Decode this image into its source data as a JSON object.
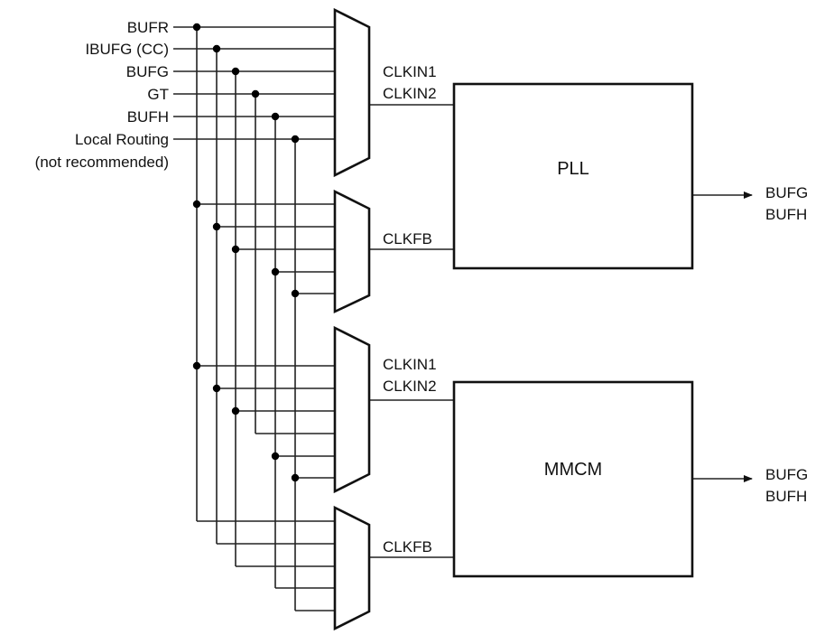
{
  "diagram": {
    "inputs": [
      {
        "id": "bufr",
        "label": "BUFR"
      },
      {
        "id": "ibufg",
        "label": "IBUFG (CC)"
      },
      {
        "id": "bufg",
        "label": "BUFG"
      },
      {
        "id": "gt",
        "label": "GT"
      },
      {
        "id": "bufh",
        "label": "BUFH"
      },
      {
        "id": "local",
        "label": "Local Routing",
        "note": "(not recommended)"
      }
    ],
    "muxes": [
      {
        "id": "pll-clkin-mux",
        "inputs": [
          "bufr",
          "ibufg",
          "bufg",
          "gt",
          "bufh",
          "local"
        ],
        "output_labels": [
          "CLKIN1",
          "CLKIN2"
        ],
        "target": "pll"
      },
      {
        "id": "pll-clkfb-mux",
        "inputs": [
          "bufr",
          "ibufg",
          "bufg",
          "bufh",
          "local"
        ],
        "output_labels": [
          "CLKFB"
        ],
        "target": "pll"
      },
      {
        "id": "mmcm-clkin-mux",
        "inputs": [
          "bufr",
          "ibufg",
          "bufg",
          "gt",
          "bufh",
          "local"
        ],
        "output_labels": [
          "CLKIN1",
          "CLKIN2"
        ],
        "target": "mmcm"
      },
      {
        "id": "mmcm-clkfb-mux",
        "inputs": [
          "bufr",
          "ibufg",
          "bufg",
          "bufh",
          "local"
        ],
        "output_labels": [
          "CLKFB"
        ],
        "target": "mmcm"
      }
    ],
    "blocks": [
      {
        "id": "pll",
        "label": "PLL",
        "outputs": [
          "BUFG",
          "BUFH"
        ]
      },
      {
        "id": "mmcm",
        "label": "MMCM",
        "outputs": [
          "BUFG",
          "BUFH"
        ]
      }
    ]
  }
}
